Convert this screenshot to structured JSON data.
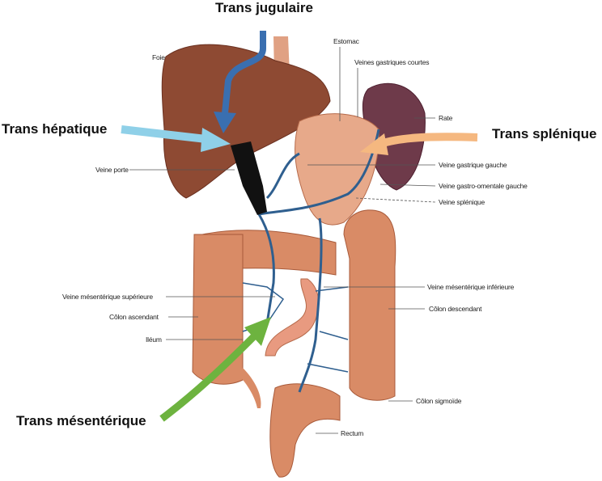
{
  "access_routes": {
    "jugular": "Trans jugulaire",
    "hepatic": "Trans hépatique",
    "splenic": "Trans splénique",
    "mesenteric": "Trans mésentérique"
  },
  "labels": {
    "liver": "Foie",
    "stomach": "Estomac",
    "short_gastric_veins": "Veines gastriques courtes",
    "spleen": "Rate",
    "portal_vein": "Veine porte",
    "left_gastric_vein": "Veine gastrique gauche",
    "left_gastro_omental_vein": "Veine gastro-omentale gauche",
    "splenic_vein": "Veine splénique",
    "superior_mesenteric_vein": "Veine mésentérique supérieure",
    "ascending_colon": "Côlon ascendant",
    "ileum": "Iléum",
    "inferior_mesenteric_vein": "Veine mésentérique inférieure",
    "descending_colon": "Côlon descendant",
    "sigmoid_colon": "Côlon sigmoïde",
    "rectum": "Rectum"
  },
  "colors": {
    "jugular_arrow": "#3a6fb0",
    "hepatic_arrow": "#8fd0e8",
    "splenic_arrow": "#f5b880",
    "mesenteric_arrow": "#6db33f",
    "vein": "#2f5f8f",
    "liver": "#8e4a33",
    "colon": "#d98b66",
    "spleen": "#6e3a4a"
  }
}
